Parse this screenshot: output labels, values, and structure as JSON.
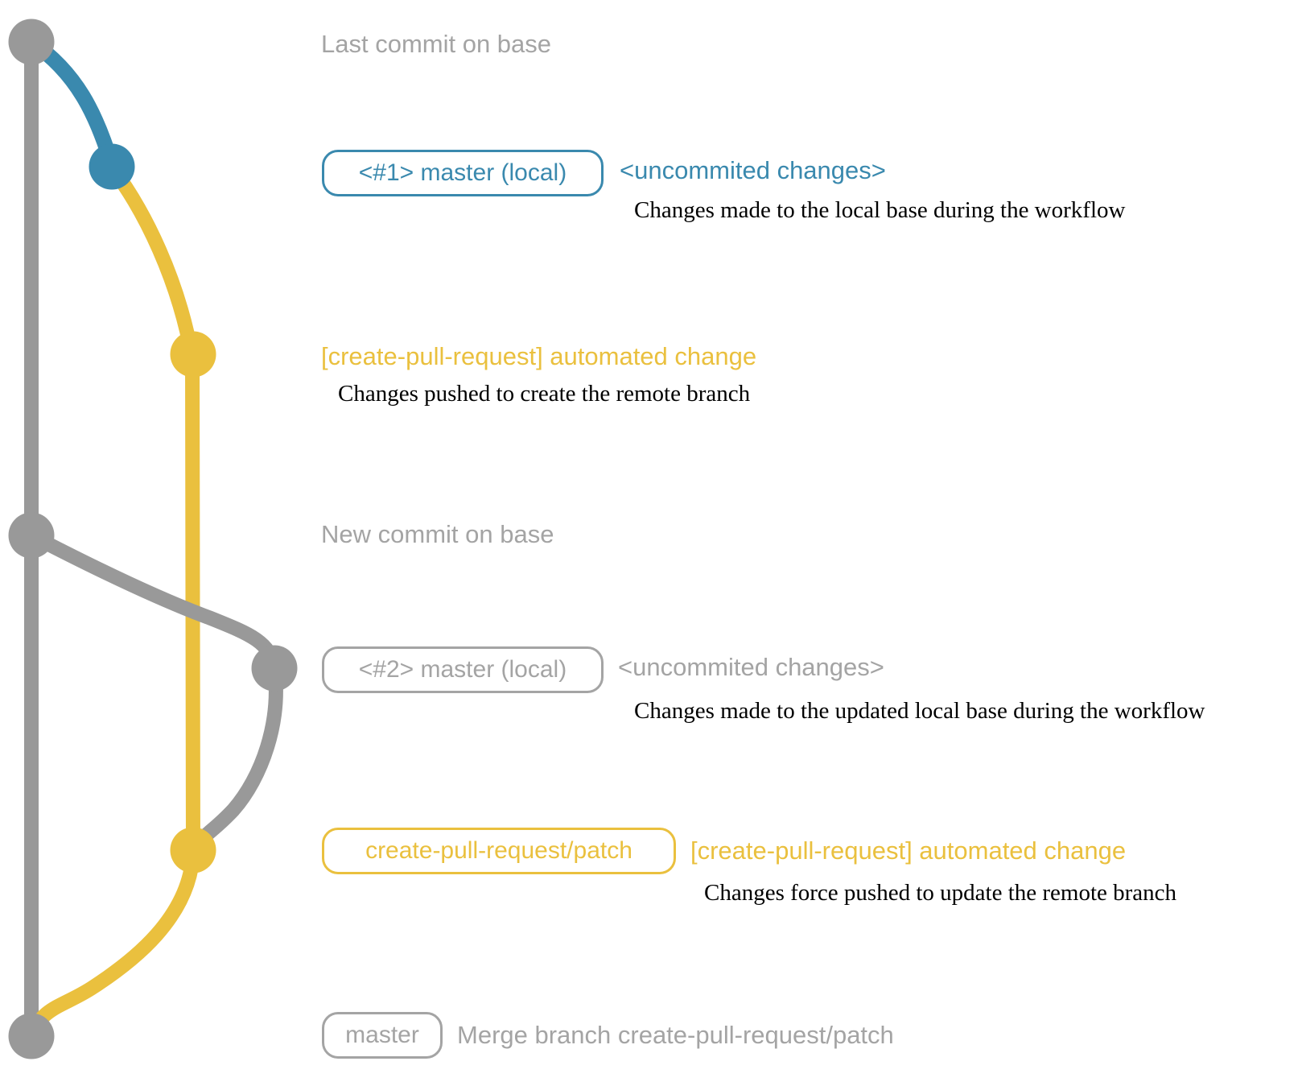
{
  "colors": {
    "base_branch_gray": "#999999",
    "label_gray": "#a4a4a4",
    "local_branch_blue": "#3a89ae",
    "patch_branch_yellow": "#eac03e",
    "description_black": "#000000"
  },
  "annotations": {
    "last_commit_label": "Last commit on base",
    "new_commit_label": "New commit on base",
    "step1": {
      "badge": "<#1> master (local)",
      "message": "<uncommited changes>",
      "description": "Changes made to the local base during the workflow"
    },
    "step2": {
      "message": "[create-pull-request] automated change",
      "description": "Changes pushed to create the remote branch"
    },
    "step3": {
      "badge": "<#2> master (local)",
      "message": "<uncommited changes>",
      "description": "Changes made to the updated local base during the workflow"
    },
    "step4": {
      "badge": "create-pull-request/patch",
      "message": "[create-pull-request] automated change",
      "description": "Changes force pushed to update the remote branch"
    },
    "step5": {
      "badge": "master",
      "message": "Merge branch create-pull-request/patch"
    }
  }
}
